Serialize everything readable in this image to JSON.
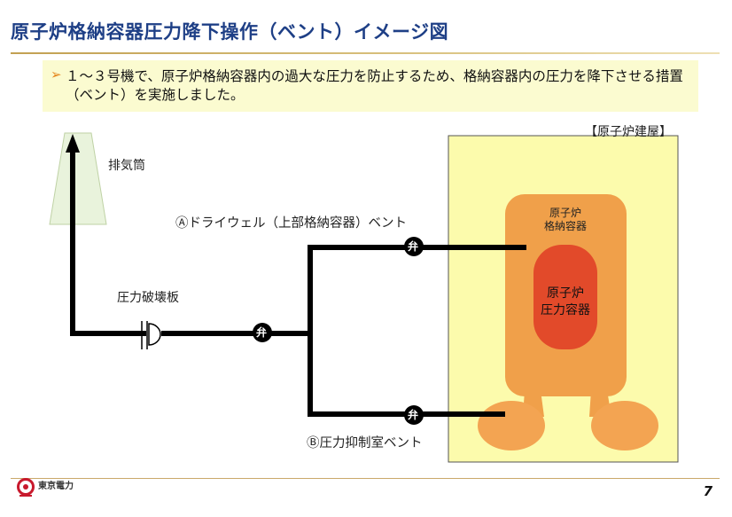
{
  "header": {
    "title": "原子炉格納容器圧力降下操作（ベント）イメージ図"
  },
  "note": {
    "text": "１～３号機で、原子炉格納容器内の過大な圧力を防止するため、格納容器内の圧力を降下させる措置（ベント）を実施しました。"
  },
  "diagram": {
    "building_label": "【原子炉建屋】",
    "stack_label": "排気筒",
    "rupture_disc_label": "圧力破壊板",
    "vent_a_label": "Ⓐドライウェル（上部格納容器）ベント",
    "vent_b_label": "Ⓑ圧力抑制室ベント",
    "valve_label": "弁",
    "pcv_label": "原子炉\n格納容器",
    "rpv_label": "原子炉\n圧力容器",
    "colors": {
      "building_fill": "#fcfbac",
      "pcv_fill": "#f0a04a",
      "torus_fill": "#f3a452",
      "rpv_fill": "#e24a2a",
      "pipe": "#000000",
      "stack_fill": "#e9f3dc"
    }
  },
  "footer": {
    "company": "東京電力",
    "page_number": "7"
  }
}
